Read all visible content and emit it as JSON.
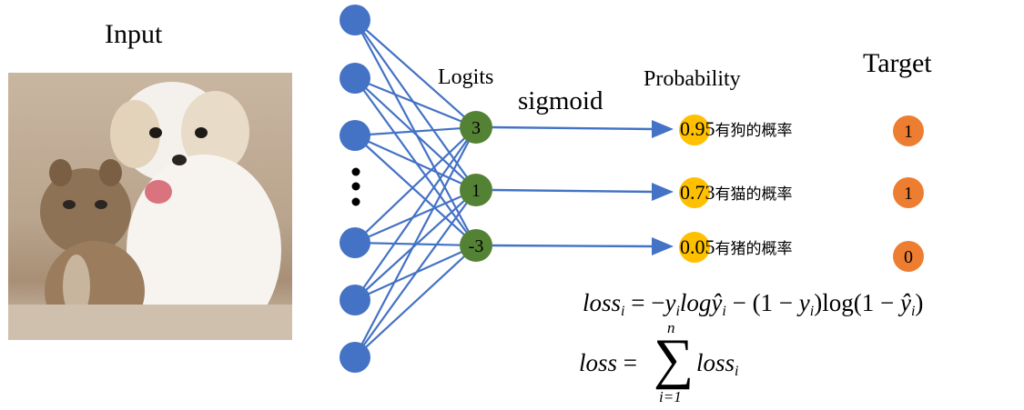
{
  "input": {
    "title": "Input"
  },
  "network": {
    "input_nodes": 6,
    "logits_label": "Logits",
    "logits": [
      "3",
      "1",
      "-3"
    ],
    "activation_label": "sigmoid",
    "node_color": "#4472c4",
    "logit_color": "#548235",
    "prob_color": "#ffc000",
    "target_color": "#ed7d31"
  },
  "probability": {
    "title": "Probability",
    "items": [
      {
        "value": "0.95",
        "desc": "有狗的概率"
      },
      {
        "value": "0.73",
        "desc": "有猫的概率"
      },
      {
        "value": "0.05",
        "desc": "有猪的概率"
      }
    ]
  },
  "target": {
    "title": "Target",
    "values": [
      "1",
      "1",
      "0"
    ]
  },
  "formulas": {
    "loss_i": {
      "lhs": "loss",
      "lhs_sub": "i"
    },
    "loss_sum": {
      "lhs": "loss",
      "upper": "n",
      "lower": "i=1",
      "term": "loss",
      "term_sub": "i"
    }
  }
}
